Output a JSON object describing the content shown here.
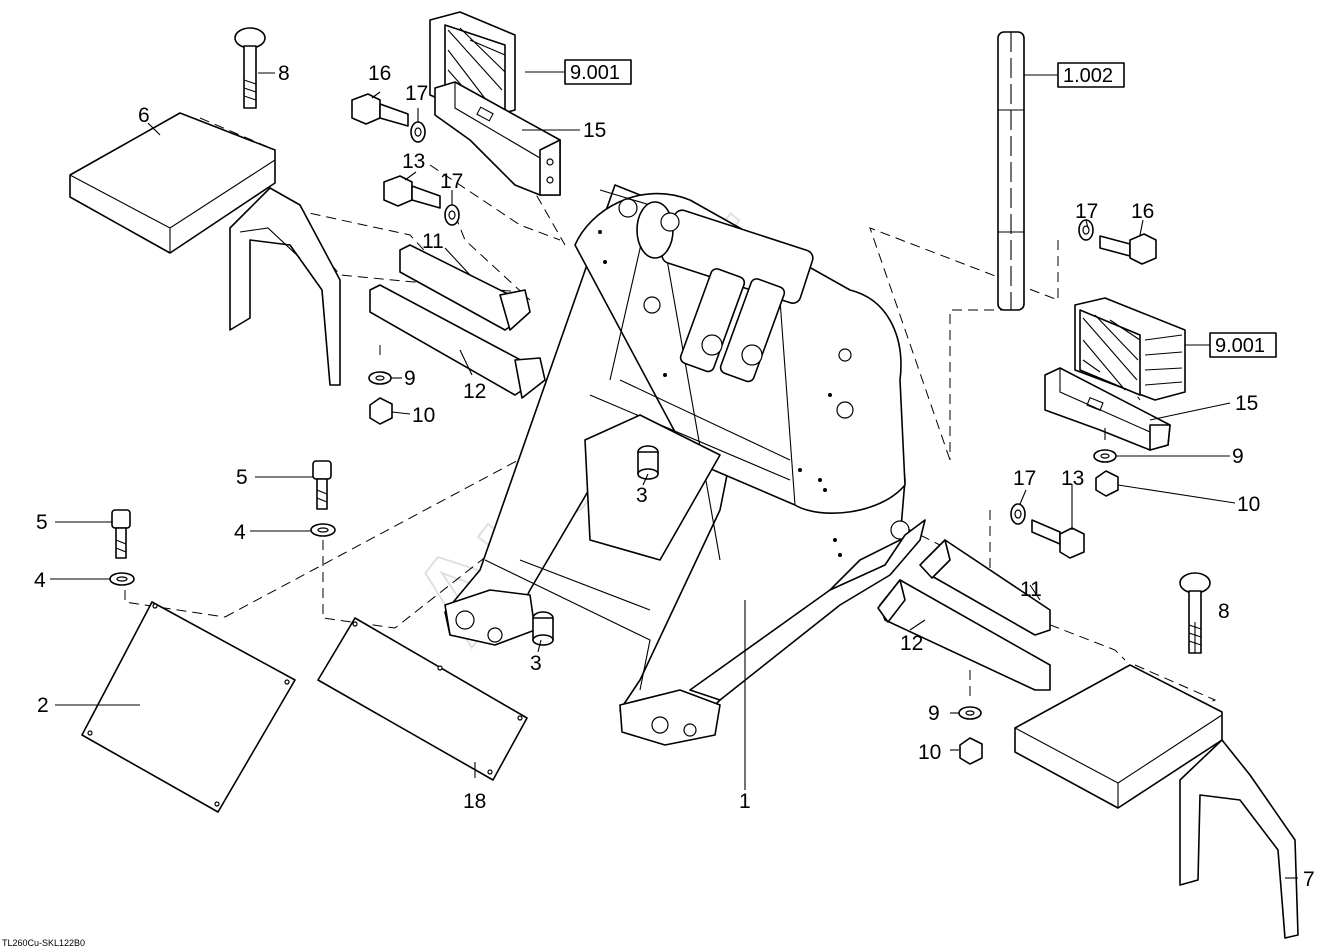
{
  "callouts": {
    "c1": "1",
    "c2": "2",
    "c3a": "3",
    "c3b": "3",
    "c4a": "4",
    "c4b": "4",
    "c5a": "5",
    "c5b": "5",
    "c6": "6",
    "c7": "7",
    "c8a": "8",
    "c8b": "8",
    "c9a": "9",
    "c9b": "9",
    "c9c": "9",
    "c10a": "10",
    "c10b": "10",
    "c10c": "10",
    "c11a": "11",
    "c11b": "11",
    "c12a": "12",
    "c12b": "12",
    "c13a": "13",
    "c13b": "13",
    "c15a": "15",
    "c15b": "15",
    "c16a": "16",
    "c16b": "16",
    "c17a": "17",
    "c17b": "17",
    "c17c": "17",
    "c18": "18"
  },
  "references": {
    "ref_9001_top": "9.001",
    "ref_1002": "1.002",
    "ref_9001_right": "9.001"
  },
  "watermark": "AutoSoft",
  "footer": "TL260Cu-SKL122B0"
}
